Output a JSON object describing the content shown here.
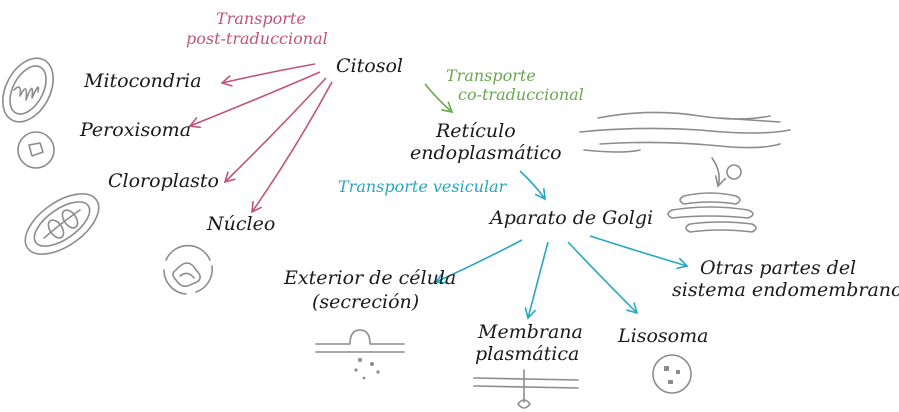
{
  "colors": {
    "post_translational": "#c2547a",
    "co_translational": "#6aa84f",
    "vesicular": "#26a7c2",
    "text": "#1a1a1a",
    "sketch": "#8c8c8c"
  },
  "nodes": {
    "citosol": "Citosol",
    "mitocondria": "Mitocondria",
    "peroxisoma": "Peroxisoma",
    "cloroplasto": "Cloroplasto",
    "nucleo": "Núcleo",
    "reticulo_line1": "Retículo",
    "reticulo_line2": "endoplasmático",
    "golgi": "Aparato de Golgi",
    "exterior_line1": "Exterior de célula",
    "exterior_line2": "(secreción)",
    "membrana_line1": "Membrana",
    "membrana_line2": "plasmática",
    "lisosoma": "Lisosoma",
    "otras_line1": "Otras partes del",
    "otras_line2": "sistema endomembranoso"
  },
  "edge_labels": {
    "post_line1": "Transporte",
    "post_line2": "post-traduccional",
    "co_line1": "Transporte",
    "co_line2": "co-traduccional",
    "vesicular": "Transporte vesicular"
  },
  "icons": [
    "mitochondrion-icon",
    "peroxisome-icon",
    "chloroplast-icon",
    "nucleus-icon",
    "endoplasmic-reticulum-icon",
    "golgi-apparatus-icon",
    "secretion-icon",
    "membrane-protein-icon",
    "lysosome-icon"
  ]
}
